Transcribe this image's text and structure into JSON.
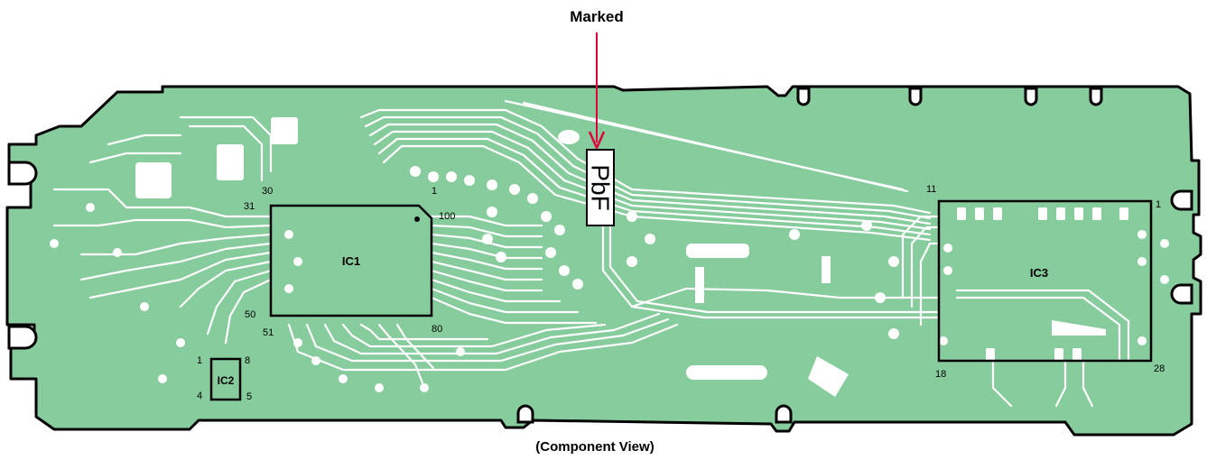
{
  "header": {
    "callout": "Marked"
  },
  "caption": "(Component View)",
  "marking": "PbF",
  "colors": {
    "board_fill": "#86cc9c",
    "trace": "#ffffff",
    "outline": "#000000",
    "arrow": "#e0003a"
  },
  "components": {
    "ic1": {
      "label": "IC1",
      "pins": {
        "p1": "1",
        "p30": "30",
        "p31": "31",
        "p50": "50",
        "p51": "51",
        "p80": "80",
        "p100": "100"
      }
    },
    "ic2": {
      "label": "IC2",
      "pins": {
        "p1": "1",
        "p4": "4",
        "p5": "5",
        "p8": "8"
      }
    },
    "ic3": {
      "label": "IC3",
      "pins": {
        "p1": "1",
        "p11": "11",
        "p18": "18",
        "p28": "28"
      }
    }
  }
}
